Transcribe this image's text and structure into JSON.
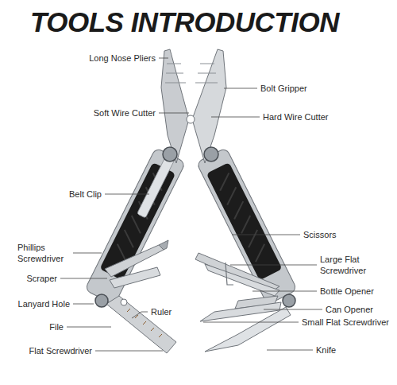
{
  "diagram": {
    "title": "TOOLS INTRODUCTION",
    "labels": [
      "Long Nose Pliers",
      "Bolt Gripper",
      "Soft Wire Cutter",
      "Hard Wire Cutter",
      "Belt Clip",
      "Scissors",
      "Phillips Screwdriver",
      "Large Flat Screwdriver",
      "Scraper",
      "Bottle Opener",
      "Lanyard Hole",
      "Ruler",
      "Can Opener",
      "Small Flat Screwdriver",
      "File",
      "Flat Screwdriver",
      "Knife"
    ]
  }
}
